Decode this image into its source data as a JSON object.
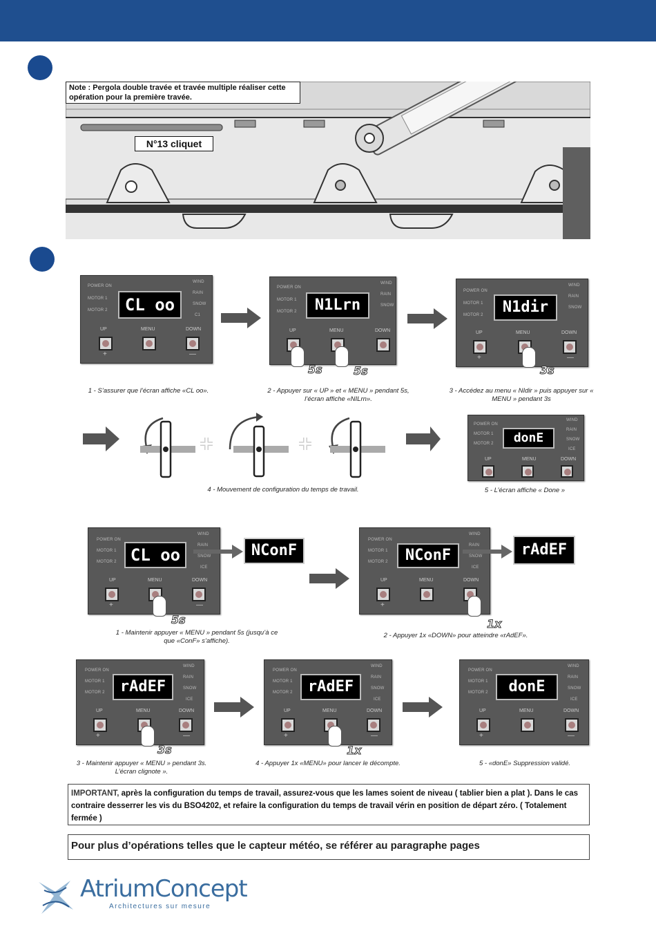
{
  "note": {
    "prefix": "Note : ",
    "text": "Pergola double travée et travée multiple réaliser cette opération pour la première travée."
  },
  "tool_label": "N°13 cliquet",
  "panel_labels": {
    "power_on": "POWER ON",
    "motor1": "MOTOR 1",
    "motor2": "MOTOR 2",
    "wind": "WIND",
    "rain": "RAIN",
    "snow": "SNOW",
    "ice": "ICE",
    "c1": "C1",
    "up": "UP",
    "menu": "MENU",
    "down": "DOWN",
    "plus": "+",
    "minus": "—"
  },
  "section1": {
    "steps": [
      {
        "lcd": "CL oo",
        "caption": "1 - S’assurer que l’écran affiche «CL oo»."
      },
      {
        "lcd": "N1Lrn",
        "timers": [
          "5s",
          "5s"
        ],
        "caption": "2 - Appuyer sur « UP » et « MENU » pendant 5s, l’écran affiche «NILrn»."
      },
      {
        "lcd": "N1dir",
        "timers": [
          "3s"
        ],
        "caption": "3 - Accédez au menu « NIdir » puis appuyer sur « MENU » pendant 3s"
      },
      {
        "caption": "4 - Mouvement de configuration du temps de  travail."
      },
      {
        "lcd": "donE",
        "caption": "5 - L’écran affiche « Done »"
      }
    ]
  },
  "section2": {
    "steps": [
      {
        "lcd": "CL oo",
        "popup": "NConF",
        "timers": [
          "5s"
        ],
        "caption": "1 - Maintenir appuyer « MENU » pendant 5s (jusqu’à ce que «ConF» s’affiche)."
      },
      {
        "lcd": "NConF",
        "popup": "rAdEF",
        "timers": [
          "1x"
        ],
        "caption": "2 - Appuyer 1x «DOWN» pour atteindre «rAdEF»."
      },
      {
        "lcd": "rAdEF",
        "timers": [
          "3s"
        ],
        "caption": "3 - Maintenir appuyer « MENU » pendant 3s. L’écran clignote »."
      },
      {
        "lcd": "rAdEF",
        "timers": [
          "1x"
        ],
        "caption": "4 - Appuyer 1x «MENU» pour lancer le décompte."
      },
      {
        "lcd": "donE",
        "caption": "5 - «donE» Suppression validé."
      }
    ]
  },
  "important": {
    "head": "IMPORTANT,",
    "text": " après la configuration du temps de travail, assurez-vous que les lames soient de niveau ( tablier bien a plat ). Dans le cas contraire desserrer les vis du BSO4202, et refaire la configuration du temps de travail vérin en position de départ zéro. ( Totalement fermée )"
  },
  "more": "Pour plus d’opérations telles que le capteur météo, se référer au paragraphe  pages",
  "logo": {
    "name": "AtriumConcept",
    "tagline": "Architectures sur mesure"
  },
  "colors": {
    "header": "#1f4f8f",
    "bullet": "#1a4a8f",
    "panel": "#585858"
  }
}
